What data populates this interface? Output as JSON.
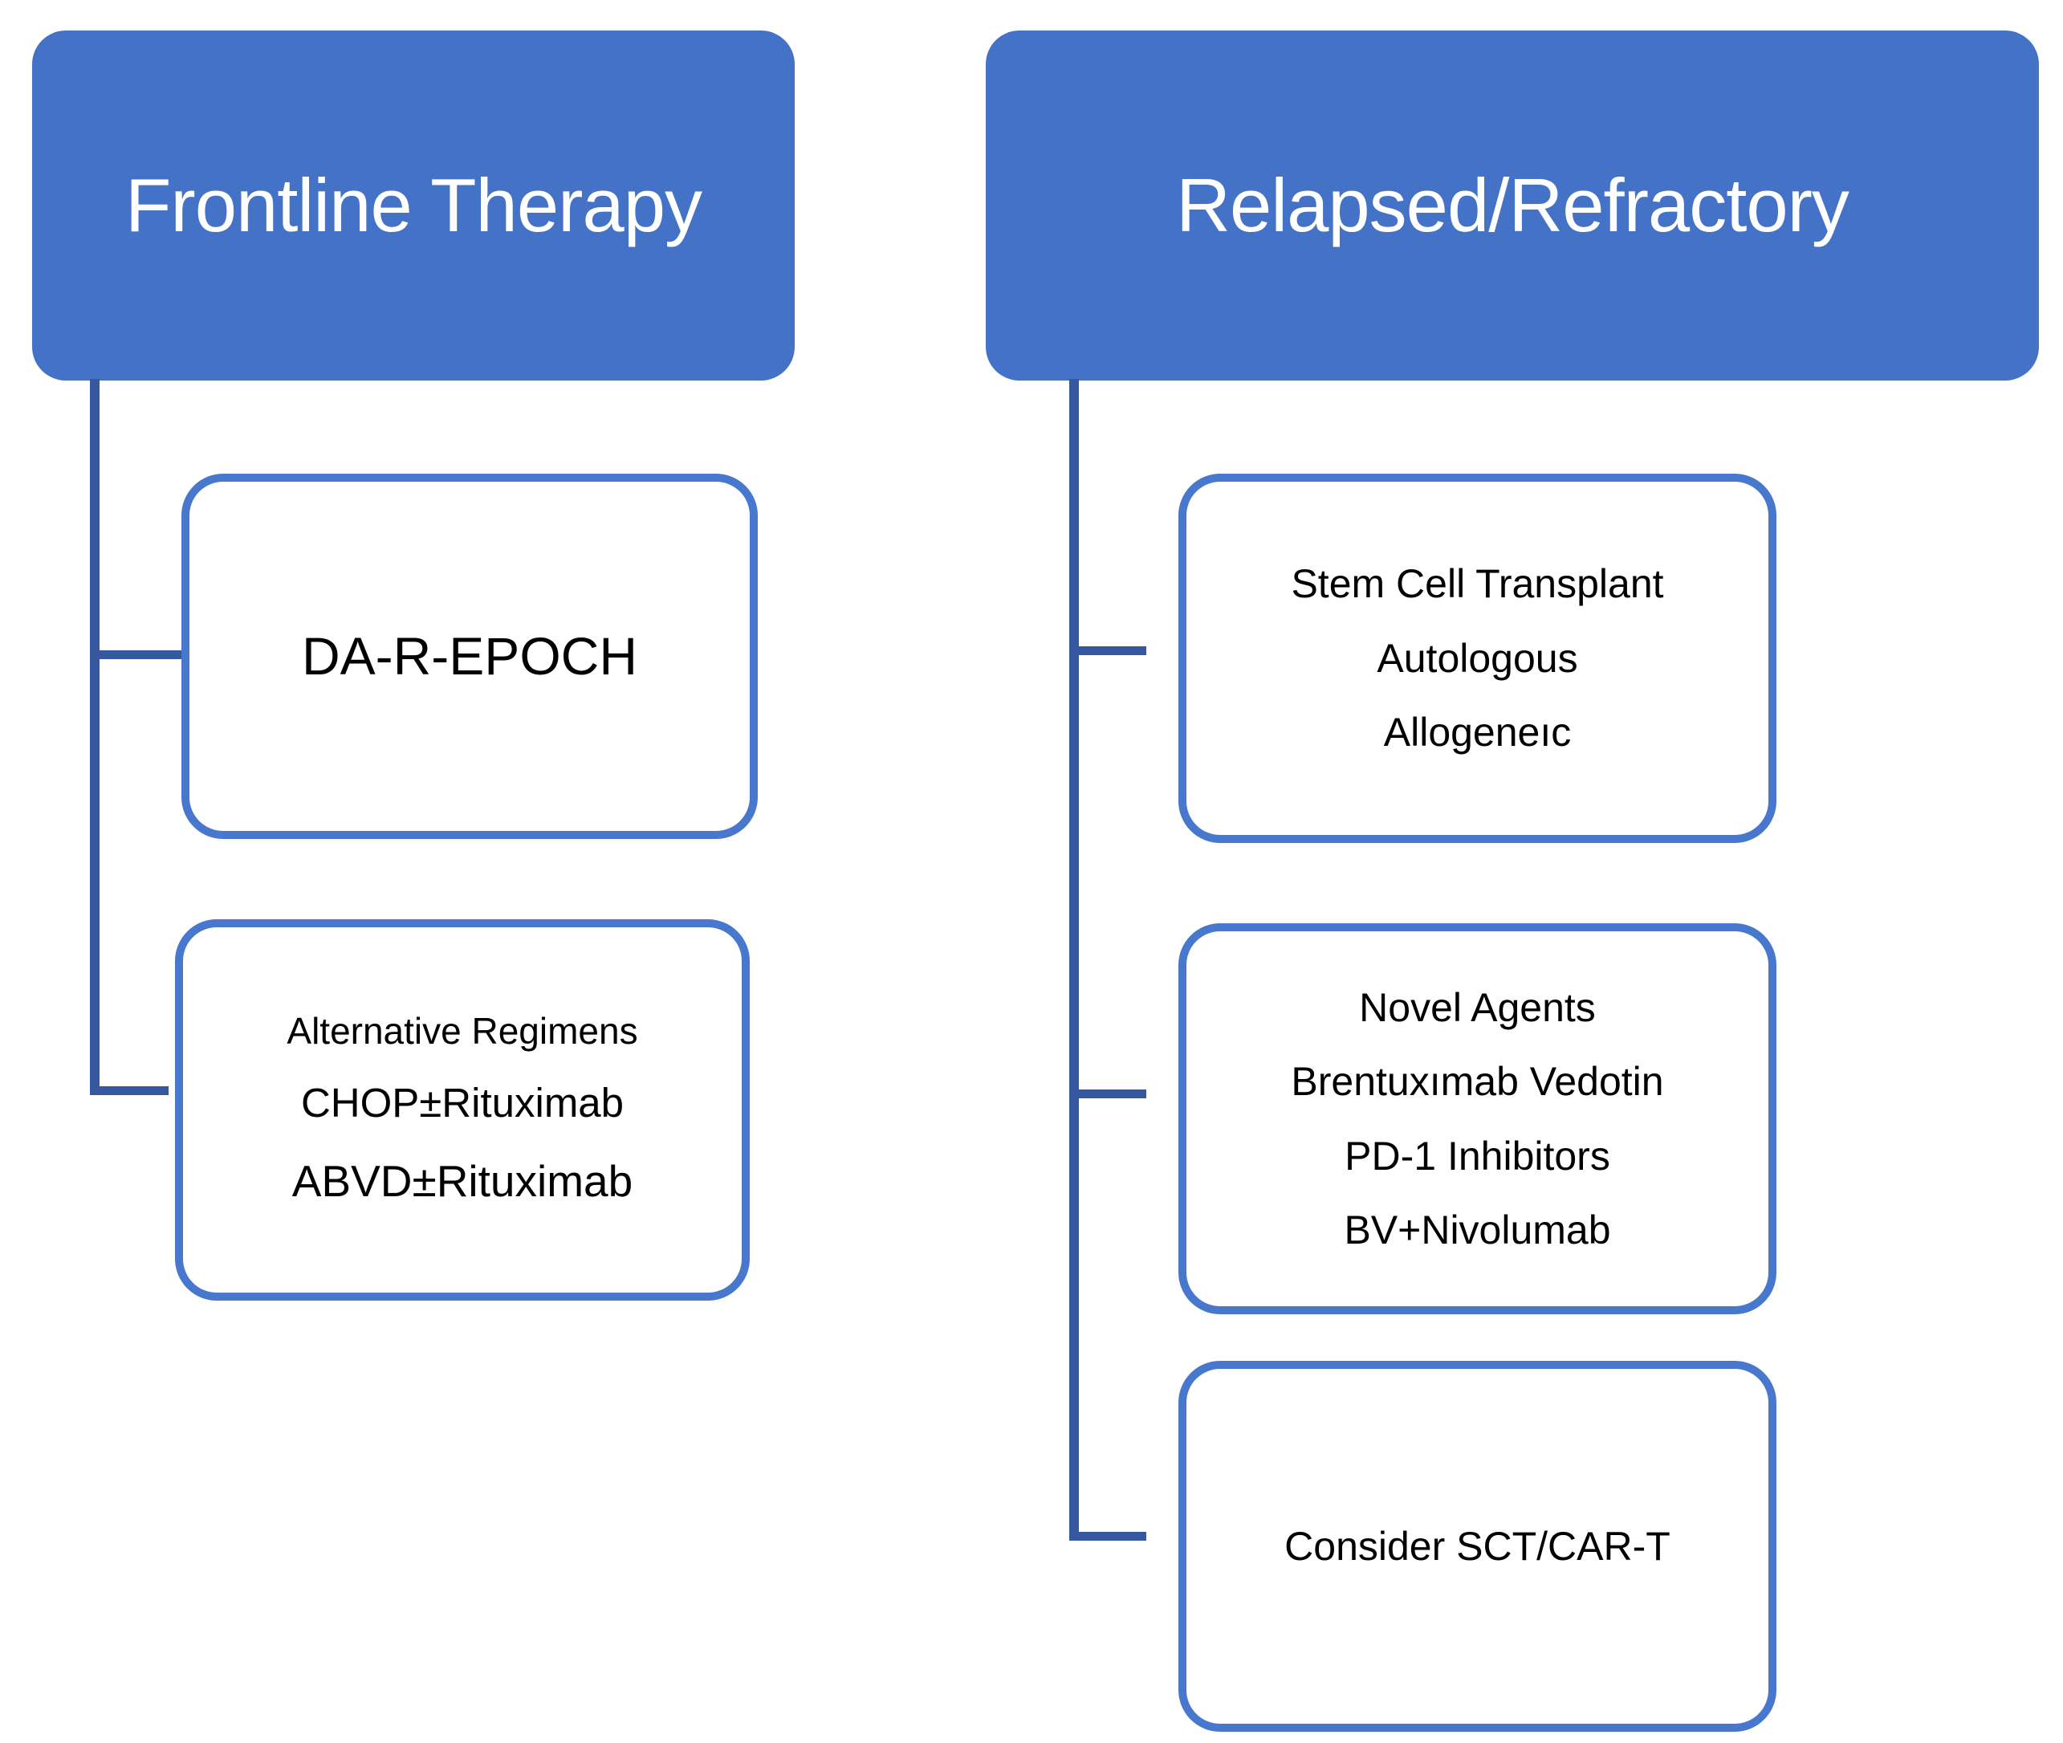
{
  "diagram": {
    "colors": {
      "header_fill": "#4472C6",
      "box_border": "#4778CE",
      "connector": "#36589E",
      "header_text": "#FFFFFF",
      "body_text": "#000000"
    },
    "frontline": {
      "title": "Frontline Therapy",
      "boxes": [
        {
          "lines": [
            "DA-R-EPOCH"
          ]
        },
        {
          "lines": [
            "Alternative Regimens",
            "CHOP±Rituximab",
            "ABVD±Rituximab"
          ]
        }
      ]
    },
    "relapsed": {
      "title": "Relapsed/Refractory",
      "boxes": [
        {
          "lines": [
            "Stem Cell Transplant",
            "Autologous",
            "Allogeneıc"
          ]
        },
        {
          "lines": [
            "Novel Agents",
            "Brentuxımab Vedotin",
            "PD-1 Inhibitors",
            "BV+Nivolumab"
          ]
        },
        {
          "lines": [
            "Consider SCT/CAR-T"
          ]
        }
      ]
    }
  }
}
